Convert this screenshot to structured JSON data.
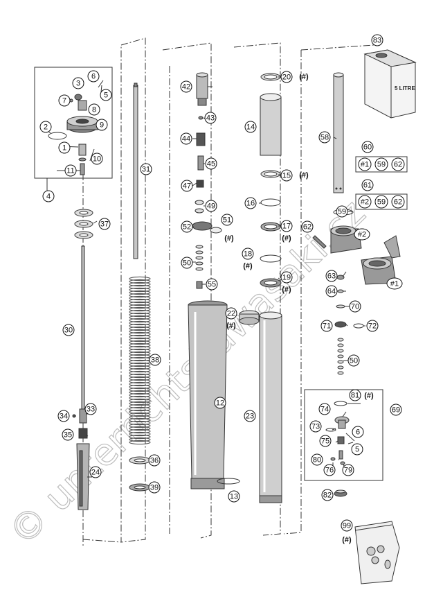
{
  "diagram": {
    "watermark": "© unterrichtskawasaki.cz",
    "hash_mark": "(#)",
    "kit_boxes": [
      {
        "ref": "60",
        "items": [
          "#1",
          "59",
          "62"
        ]
      },
      {
        "ref": "61",
        "items": [
          "#2",
          "59",
          "62"
        ]
      }
    ],
    "oil_container": {
      "ref": "83",
      "text": "5 LITRE"
    },
    "labels": [
      {
        "id": "1",
        "text": "1"
      },
      {
        "id": "2",
        "text": "2"
      },
      {
        "id": "3",
        "text": "3"
      },
      {
        "id": "4",
        "text": "4"
      },
      {
        "id": "5a",
        "text": "5"
      },
      {
        "id": "6a",
        "text": "6"
      },
      {
        "id": "7",
        "text": "7"
      },
      {
        "id": "8",
        "text": "8"
      },
      {
        "id": "9",
        "text": "9"
      },
      {
        "id": "10",
        "text": "10"
      },
      {
        "id": "11",
        "text": "11"
      },
      {
        "id": "12",
        "text": "12"
      },
      {
        "id": "13",
        "text": "13"
      },
      {
        "id": "14",
        "text": "14"
      },
      {
        "id": "15",
        "text": "15"
      },
      {
        "id": "16",
        "text": "16"
      },
      {
        "id": "17",
        "text": "17"
      },
      {
        "id": "18",
        "text": "18"
      },
      {
        "id": "19",
        "text": "19"
      },
      {
        "id": "20",
        "text": "20"
      },
      {
        "id": "22",
        "text": "22"
      },
      {
        "id": "23",
        "text": "23"
      },
      {
        "id": "24",
        "text": "24"
      },
      {
        "id": "30",
        "text": "30"
      },
      {
        "id": "31",
        "text": "31"
      },
      {
        "id": "33",
        "text": "33"
      },
      {
        "id": "34",
        "text": "34"
      },
      {
        "id": "35",
        "text": "35"
      },
      {
        "id": "36",
        "text": "36"
      },
      {
        "id": "37",
        "text": "37"
      },
      {
        "id": "38",
        "text": "38"
      },
      {
        "id": "39",
        "text": "39"
      },
      {
        "id": "42",
        "text": "42"
      },
      {
        "id": "43",
        "text": "43"
      },
      {
        "id": "44",
        "text": "44"
      },
      {
        "id": "45",
        "text": "45"
      },
      {
        "id": "47",
        "text": "47"
      },
      {
        "id": "49",
        "text": "49"
      },
      {
        "id": "50a",
        "text": "50"
      },
      {
        "id": "50b",
        "text": "50"
      },
      {
        "id": "51",
        "text": "51"
      },
      {
        "id": "52",
        "text": "52"
      },
      {
        "id": "55",
        "text": "55"
      },
      {
        "id": "58",
        "text": "58"
      },
      {
        "id": "59",
        "text": "59"
      },
      {
        "id": "60",
        "text": "60"
      },
      {
        "id": "61",
        "text": "61"
      },
      {
        "id": "62",
        "text": "62"
      },
      {
        "id": "63",
        "text": "63"
      },
      {
        "id": "64",
        "text": "64"
      },
      {
        "id": "69",
        "text": "69"
      },
      {
        "id": "70",
        "text": "70"
      },
      {
        "id": "71",
        "text": "71"
      },
      {
        "id": "72",
        "text": "72"
      },
      {
        "id": "73",
        "text": "73"
      },
      {
        "id": "74",
        "text": "74"
      },
      {
        "id": "75",
        "text": "75"
      },
      {
        "id": "76",
        "text": "76"
      },
      {
        "id": "79",
        "text": "79"
      },
      {
        "id": "80",
        "text": "80"
      },
      {
        "id": "81",
        "text": "81"
      },
      {
        "id": "82",
        "text": "82"
      },
      {
        "id": "83",
        "text": "83"
      },
      {
        "id": "99",
        "text": "99"
      },
      {
        "id": "5b",
        "text": "5"
      },
      {
        "id": "6b",
        "text": "6"
      },
      {
        "id": "h1",
        "text": "#1"
      },
      {
        "id": "h2",
        "text": "#2"
      }
    ]
  }
}
